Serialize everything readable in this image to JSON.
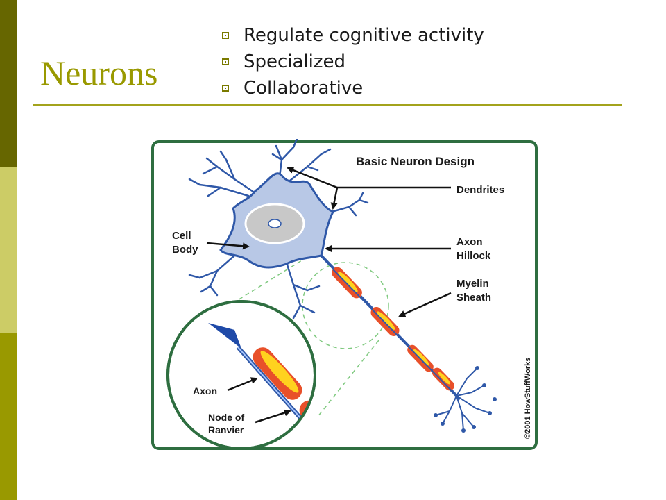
{
  "slide": {
    "title": "Neurons",
    "bullets": [
      "Regulate cognitive activity",
      "Specialized",
      "Collaborative"
    ]
  },
  "figure": {
    "title": "Basic Neuron Design",
    "labels": {
      "dendrites": "Dendrites",
      "cell_body_1": "Cell",
      "cell_body_2": "Body",
      "axon_hillock_1": "Axon",
      "axon_hillock_2": "Hillock",
      "myelin_1": "Myelin",
      "myelin_2": "Sheath",
      "axon": "Axon",
      "node_1": "Node of",
      "node_2": "Ranvier",
      "copyright": "©2001 HowStuffWorks"
    }
  },
  "colors": {
    "sidebar_dark": "#666600",
    "sidebar_light": "#cccc66",
    "sidebar_mid": "#999900",
    "accent_title": "#999900",
    "frame_green": "#2e6e40",
    "cell_fill": "#b8c8e6",
    "cell_stroke": "#2f58a8",
    "myelin_outer": "#e8502a",
    "myelin_inner": "#ffd21e"
  }
}
